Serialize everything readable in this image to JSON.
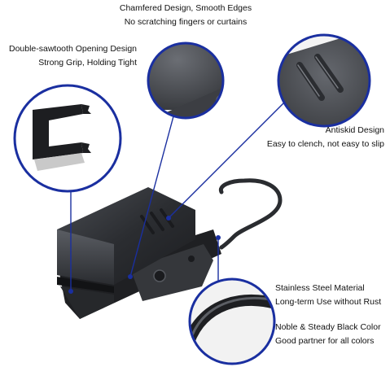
{
  "callouts": {
    "chamfered": {
      "line1": "Chamfered Design, Smooth Edges",
      "line2": "No scratching fingers or curtains"
    },
    "sawtooth": {
      "line1": "Double-sawtooth Opening Design",
      "line2": "Strong Grip, Holding Tight"
    },
    "antiskid": {
      "line1": "Antiskid Design",
      "line2": "Easy to clench, not easy to slip"
    },
    "steel": {
      "line1": "Stainless Steel Material",
      "line2": "Long-term Use without Rust"
    },
    "color": {
      "line1": "Noble & Steady Black Color",
      "line2": "Good partner for all colors"
    }
  },
  "colors": {
    "accent": "#1a2fa0",
    "product": "#2b2d31",
    "background": "#ffffff"
  }
}
